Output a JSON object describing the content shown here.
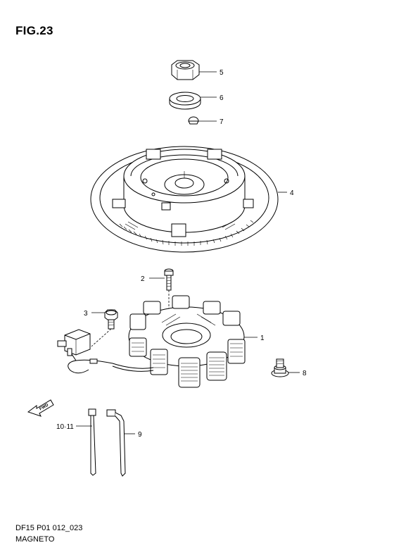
{
  "figure": {
    "title": "FIG.23"
  },
  "footer": {
    "code": "DF15 P01 012_023",
    "name": "MAGNETO"
  },
  "direction": {
    "label": "FWD"
  },
  "callouts": [
    "5",
    "6",
    "7",
    "4",
    "2",
    "3",
    "1",
    "8",
    "10·11",
    "9"
  ]
}
